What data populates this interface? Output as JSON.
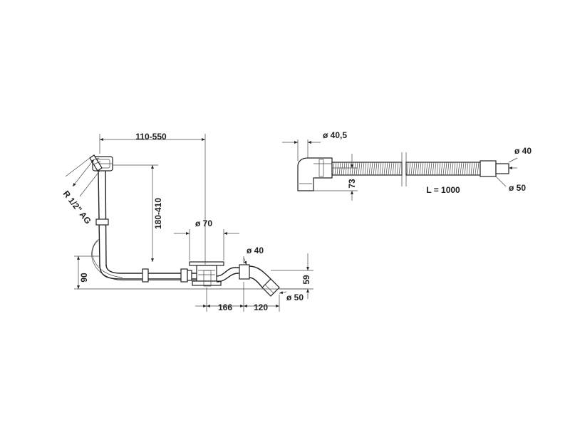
{
  "bath_drain": {
    "dim_width": "110-550",
    "dim_height": "180-410",
    "dim_thread": "R 1/2\" AG",
    "dim_waste_dia": "ø 70",
    "dim_outlet_in": "ø 40",
    "dim_outlet_out": "ø 50",
    "dim_total_height": "90",
    "dim_offset": "166",
    "dim_outlet_len": "120",
    "dim_outlet_height": "59"
  },
  "hose": {
    "dim_inlet": "ø 40,5",
    "dim_elbow_height": "73",
    "dim_length": "L = 1000",
    "dim_end_in": "ø 40",
    "dim_end_out": "ø 50"
  }
}
